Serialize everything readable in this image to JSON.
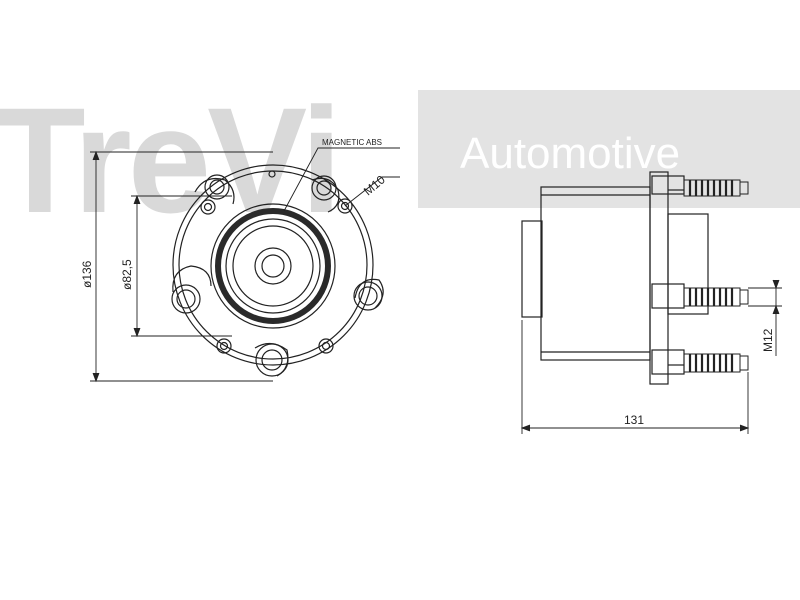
{
  "watermark": {
    "brand": "TreVi",
    "tagline": "Automotive",
    "color": "#d9d9d9",
    "band_color": "#e3e3e3"
  },
  "labels": {
    "magnetic_abs": "MAGNETIC ABS",
    "thread_front": "M10",
    "outer_diameter": "ø136",
    "pilot_diameter": "ø82,5",
    "stud_thread": "M12",
    "overall_width": "131"
  },
  "colors": {
    "line": "#222222",
    "seal": "#2a2a2a"
  }
}
